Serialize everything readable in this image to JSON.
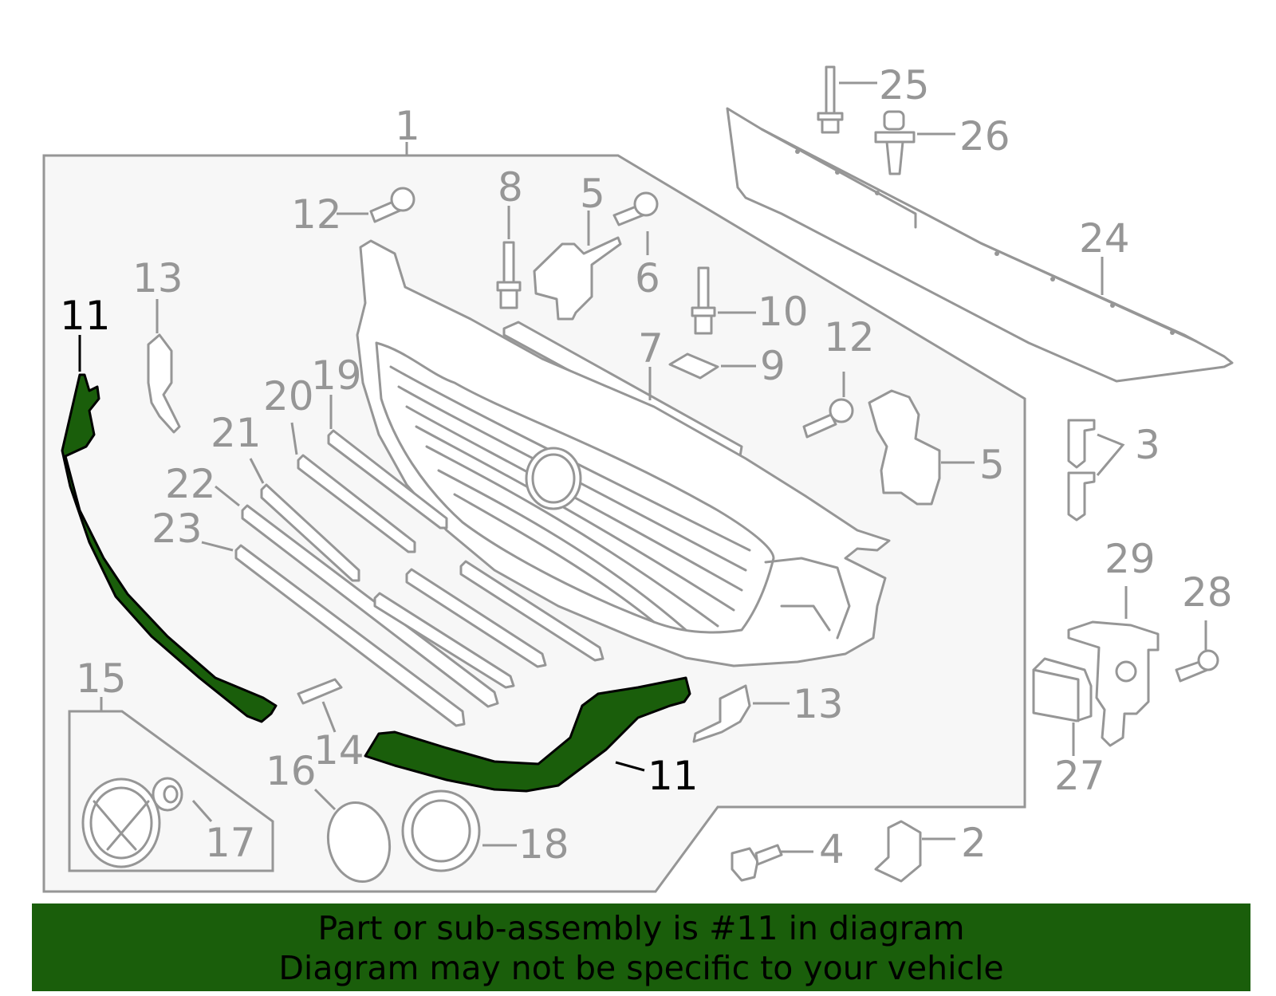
{
  "diagram": {
    "highlight_color": "#1a5e0b",
    "line_color": "#969696",
    "highlight_part": "11",
    "callouts": {
      "c1": "1",
      "c2": "2",
      "c3": "3",
      "c4": "4",
      "c5a": "5",
      "c5b": "5",
      "c6": "6",
      "c7": "7",
      "c8": "8",
      "c9": "9",
      "c10": "10",
      "c11a": "11",
      "c11b": "11",
      "c12a": "12",
      "c12b": "12",
      "c13a": "13",
      "c13b": "13",
      "c14": "14",
      "c15": "15",
      "c16": "16",
      "c17": "17",
      "c18": "18",
      "c19": "19",
      "c20": "20",
      "c21": "21",
      "c22": "22",
      "c23": "23",
      "c24": "24",
      "c25": "25",
      "c26": "26",
      "c27": "27",
      "c28": "28",
      "c29": "29"
    }
  },
  "banner": {
    "line1": "Part or sub-assembly is #11 in diagram",
    "line2": "Diagram may not be specific to your vehicle"
  }
}
